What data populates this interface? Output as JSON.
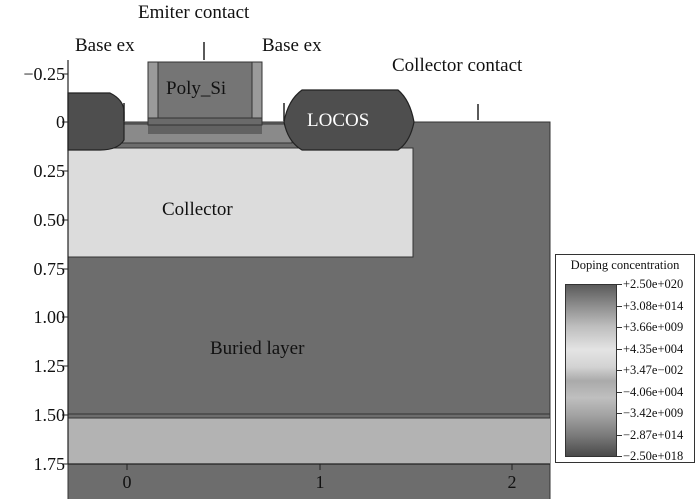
{
  "labels": {
    "emitter_contact": "Emiter contact",
    "base_ex_left": "Base ex",
    "base_ex_right": "Base ex",
    "collector_contact": "Collector contact",
    "poly_si": "Poly_Si",
    "locos": "LOCOS",
    "collector": "Collector",
    "buried_layer": "Buried layer"
  },
  "axes": {
    "y_ticks": [
      "−0.25",
      "0",
      "0.25",
      "0.50",
      "0.75",
      "1.00",
      "1.25",
      "1.50",
      "1.75"
    ],
    "x_ticks": [
      "0",
      "1",
      "2"
    ]
  },
  "legend": {
    "title": "Doping concentration",
    "values": [
      "+2.50e+020",
      "+3.08e+014",
      "+3.66e+009",
      "+4.35e+004",
      "+3.47e−002",
      "−4.06e+004",
      "−3.42e+009",
      "−2.87e+014",
      "−2.50e+018"
    ]
  },
  "colors": {
    "buried_layer": "#6d6d6d",
    "substrate": "#b3b3b3",
    "collector": "#dcdcdc",
    "locos": "#4e4e4e",
    "poly_si": "#757575",
    "spacer": "#9a9a9a",
    "outline": "#2a2a2a"
  }
}
